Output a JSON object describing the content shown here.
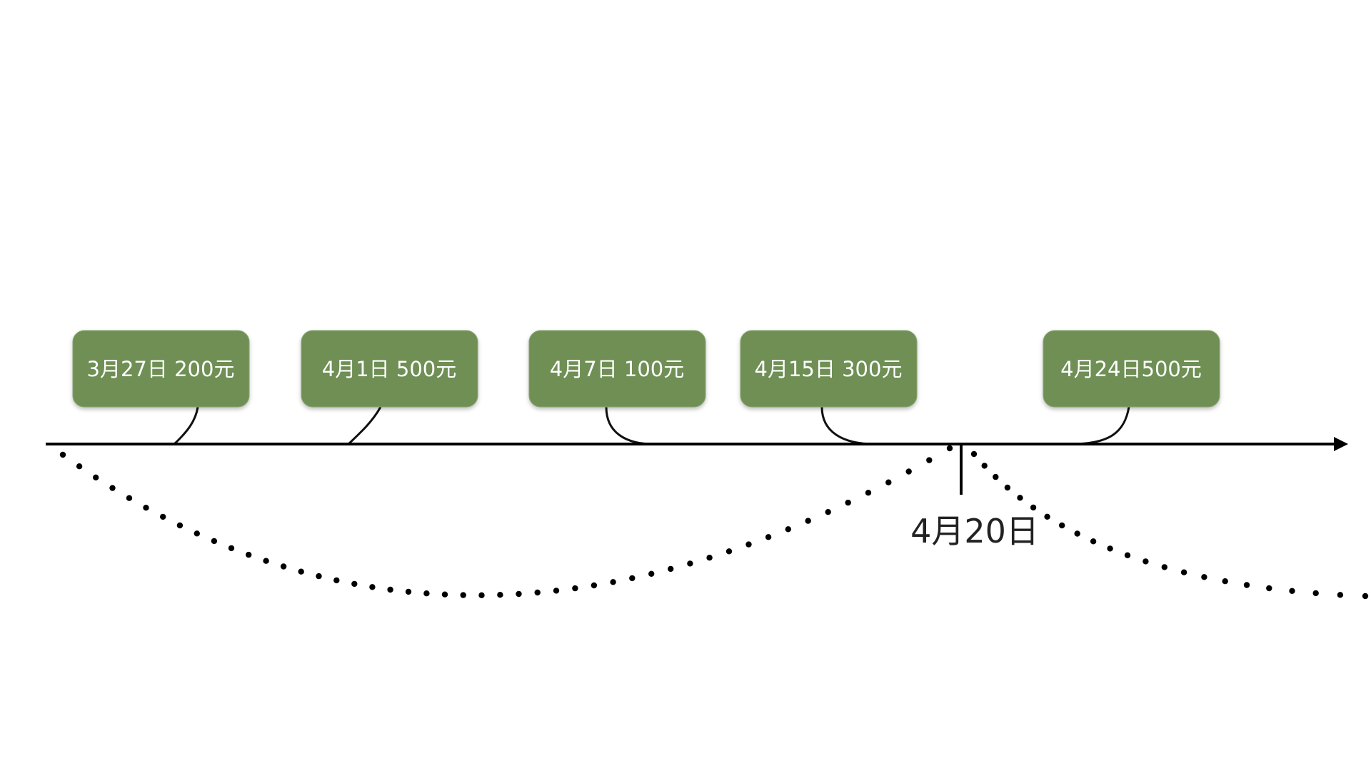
{
  "timeline": {
    "events": [
      {
        "label": "3月27日 200元",
        "date": "3月27日",
        "amount": 200
      },
      {
        "label": "4月1日 500元",
        "date": "4月1日",
        "amount": 500
      },
      {
        "label": "4月7日 100元",
        "date": "4月7日",
        "amount": 100
      },
      {
        "label": "4月15日 300元",
        "date": "4月15日",
        "amount": 300
      },
      {
        "label": "4月24日500元",
        "date": "4月24日",
        "amount": 500
      }
    ],
    "marker": {
      "label": "4月20日"
    }
  },
  "colors": {
    "bubble_fill": "#6f8f55",
    "bubble_text": "#ffffff",
    "axis": "#000000",
    "marker_text": "#222222"
  }
}
